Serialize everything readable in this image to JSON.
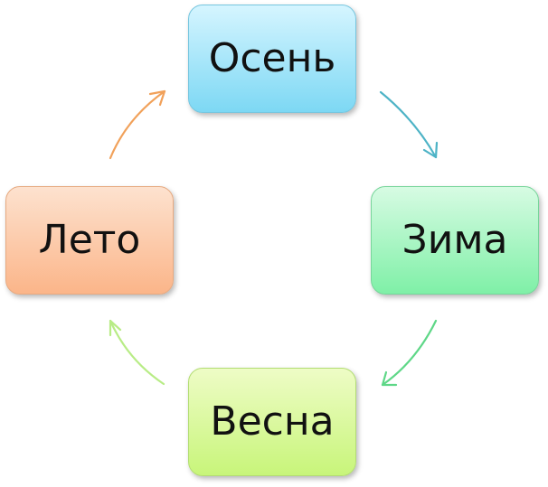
{
  "diagram": {
    "type": "cycle",
    "nodes": [
      {
        "id": "autumn",
        "label": "Осень",
        "color": "#7dd8f4"
      },
      {
        "id": "winter",
        "label": "Зима",
        "color": "#7ff0a7"
      },
      {
        "id": "spring",
        "label": "Весна",
        "color": "#c8f57a"
      },
      {
        "id": "summer",
        "label": "Лето",
        "color": "#fbb589"
      }
    ],
    "edges": [
      {
        "from": "autumn",
        "to": "winter",
        "color": "#4db3c6"
      },
      {
        "from": "winter",
        "to": "spring",
        "color": "#5ed787"
      },
      {
        "from": "spring",
        "to": "summer",
        "color": "#b8ec86"
      },
      {
        "from": "summer",
        "to": "autumn",
        "color": "#f1a15a"
      }
    ]
  }
}
